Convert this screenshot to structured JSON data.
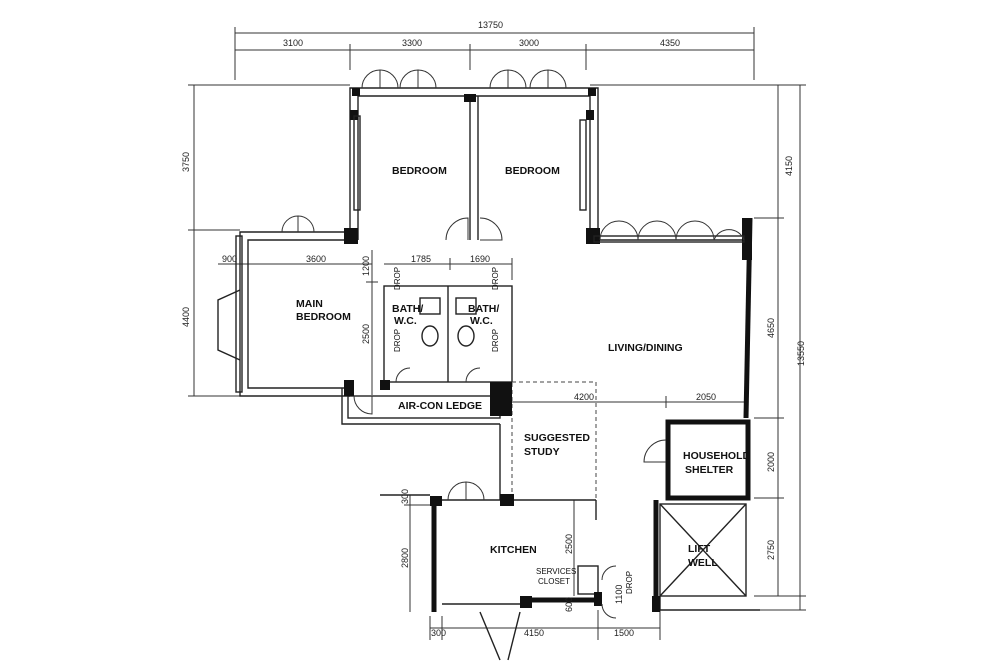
{
  "rooms": {
    "bedroom_left": "BEDROOM",
    "bedroom_right": "BEDROOM",
    "main_bedroom_1": "MAIN",
    "main_bedroom_2": "BEDROOM",
    "bath1_a": "BATH/",
    "bath1_b": "W.C.",
    "bath2_a": "BATH/",
    "bath2_b": "W.C.",
    "living": "LIVING/DINING",
    "aircon": "AIR-CON LEDGE",
    "study_a": "SUGGESTED",
    "study_b": "STUDY",
    "shelter_a": "HOUSEHOLD",
    "shelter_b": "SHELTER",
    "kitchen": "KITCHEN",
    "services_a": "SERVICES",
    "services_b": "CLOSET",
    "lift_a": "LIFT",
    "lift_b": "WELL",
    "drop": "DROP"
  },
  "dimensions": {
    "top_total": "13750",
    "top_1": "3100",
    "top_2": "3300",
    "top_3": "3000",
    "top_4": "4350",
    "left_1": "3750",
    "left_2": "4400",
    "right_1": "4150",
    "right_2": "4650",
    "right_3": "2000",
    "right_4": "2750",
    "right_total": "13550",
    "mb_900": "900",
    "mb_3600": "3600",
    "mb_1200": "1200",
    "mb_2500": "2500",
    "bath_1785": "1785",
    "bath_1690": "1690",
    "ld_4200": "4200",
    "ld_2050": "2050",
    "k_300": "300",
    "k_2800": "2800",
    "k_2500": "2500",
    "k_600": "600",
    "k_1100": "1100",
    "bot_300": "300",
    "bot_4150": "4150",
    "bot_1500": "1500"
  }
}
